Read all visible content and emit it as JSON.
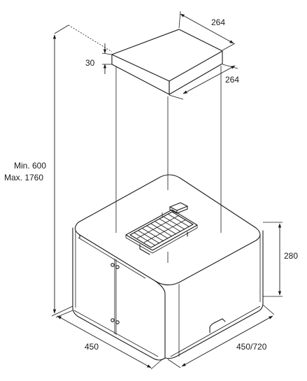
{
  "dimensions": {
    "duct_width": "264",
    "duct_depth": "264",
    "duct_top_height": "30",
    "height_min": "Min. 600",
    "height_max": "Max. 1760",
    "body_height": "280",
    "front_width": "450",
    "side_depth": "450/720"
  }
}
